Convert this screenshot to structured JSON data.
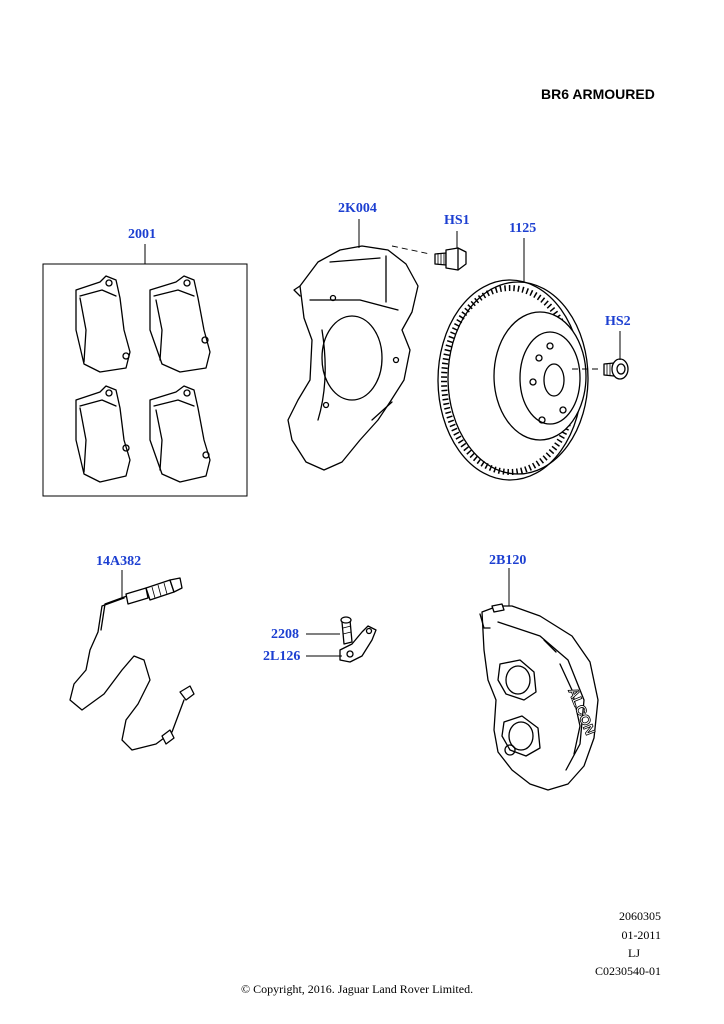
{
  "header": {
    "title": "BR6 ARMOURED"
  },
  "callouts": {
    "pads": "2001",
    "shield": "2K004",
    "shield_bolt": "HS1",
    "disc": "1125",
    "disc_screw": "HS2",
    "wear_sensor": "14A382",
    "bleed_screw": "2208",
    "bracket": "2L126",
    "caliper": "2B120"
  },
  "caliper_brand": "ALCON",
  "footer": {
    "ref1": "2060305",
    "date": "01-2011",
    "initials": "LJ",
    "code": "C0230540-01",
    "copyright": "© Copyright, 2016. Jaguar Land Rover Limited."
  }
}
